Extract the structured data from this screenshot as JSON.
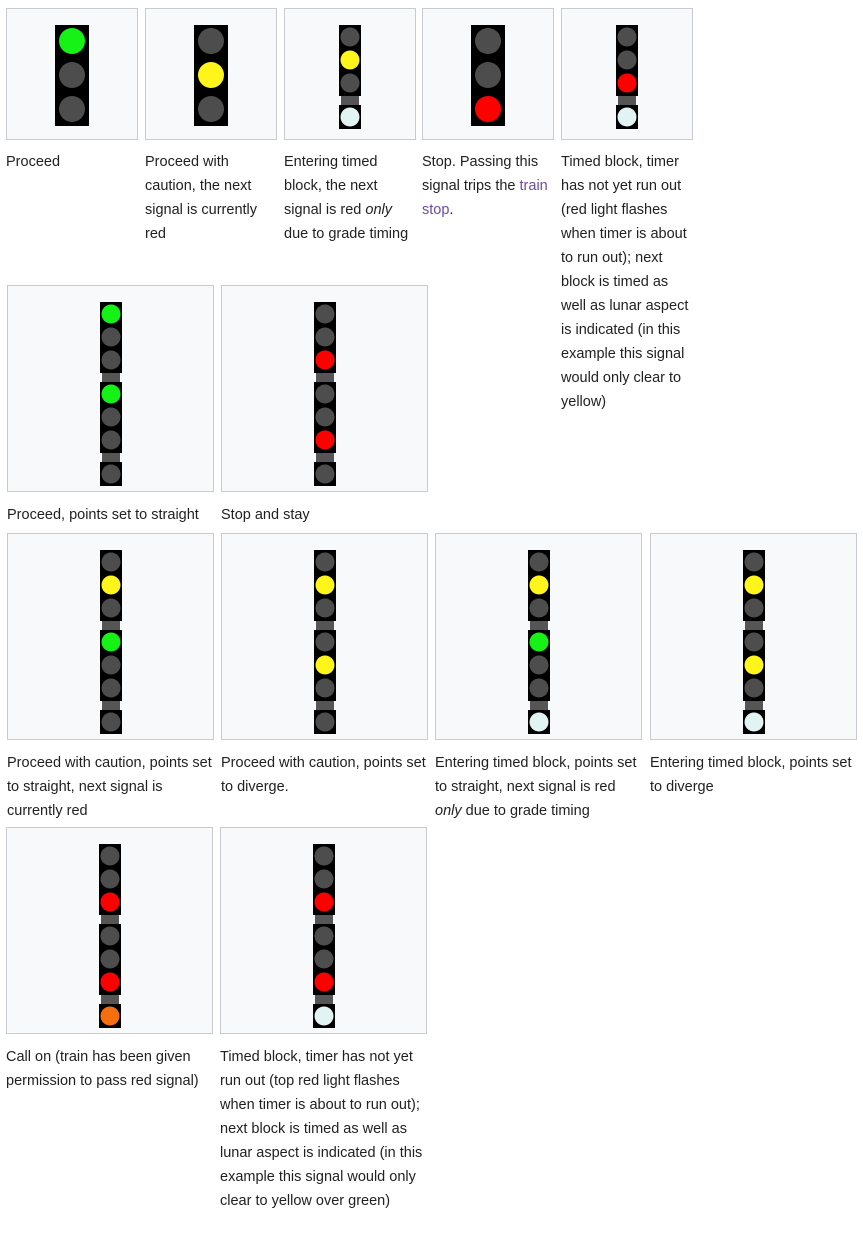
{
  "colors": {
    "off": "#4d4d4d",
    "green": "#16f116",
    "yellow": "#fff51a",
    "red": "#ff0000",
    "lunar": "#e2f3f3",
    "orange": "#f56f0f",
    "housing": "#000000",
    "link": "#6b4ba1"
  },
  "gallery": [
    {
      "id": "proceed",
      "signal": {
        "style": "large",
        "heads": [
          [
            "green",
            "off",
            "off"
          ]
        ],
        "lunar": null
      },
      "caption": [
        {
          "t": "Proceed"
        }
      ]
    },
    {
      "id": "caution-next-red",
      "signal": {
        "style": "large",
        "heads": [
          [
            "off",
            "yellow",
            "off"
          ]
        ],
        "lunar": null
      },
      "caption": [
        {
          "t": "Proceed with caution, the next signal is currently red"
        }
      ]
    },
    {
      "id": "entering-timed-block",
      "signal": {
        "style": "small",
        "heads": [
          [
            "off",
            "yellow",
            "off"
          ]
        ],
        "lunar": "lunar"
      },
      "caption": [
        {
          "t": "Entering timed block, the next signal is red "
        },
        {
          "t": "only",
          "i": true
        },
        {
          "t": " due to grade timing"
        }
      ]
    },
    {
      "id": "stop",
      "signal": {
        "style": "large",
        "heads": [
          [
            "off",
            "off",
            "red"
          ]
        ],
        "lunar": null
      },
      "caption": [
        {
          "t": "Stop. Passing this signal trips the "
        },
        {
          "t": "train stop",
          "link": true
        },
        {
          "t": "."
        }
      ]
    },
    {
      "id": "timed-block-timer",
      "signal": {
        "style": "small",
        "heads": [
          [
            "off",
            "off",
            "red"
          ]
        ],
        "lunar": "lunar"
      },
      "caption": [
        {
          "t": "Timed block, timer has not yet run out (red light flashes when timer is about to run out); next block is timed as well as lunar aspect is indicated (in this example this signal would only clear to yellow)"
        }
      ]
    },
    {
      "id": "proceed-straight",
      "signal": {
        "style": "small",
        "heads": [
          [
            "green",
            "off",
            "off"
          ],
          [
            "green",
            "off",
            "off"
          ]
        ],
        "lunar": "off"
      },
      "caption": [
        {
          "t": "Proceed, points set to straight"
        }
      ]
    },
    {
      "id": "stop-and-stay",
      "signal": {
        "style": "small",
        "heads": [
          [
            "off",
            "off",
            "red"
          ],
          [
            "off",
            "off",
            "red"
          ]
        ],
        "lunar": "off"
      },
      "caption": [
        {
          "t": "Stop and stay"
        }
      ]
    },
    {
      "id": "caution-straight",
      "signal": {
        "style": "small",
        "heads": [
          [
            "off",
            "yellow",
            "off"
          ],
          [
            "green",
            "off",
            "off"
          ]
        ],
        "lunar": "off"
      },
      "caption": [
        {
          "t": "Proceed with caution, points set to straight, next signal is currently red"
        }
      ]
    },
    {
      "id": "caution-diverge",
      "signal": {
        "style": "small",
        "heads": [
          [
            "off",
            "yellow",
            "off"
          ],
          [
            "off",
            "yellow",
            "off"
          ]
        ],
        "lunar": "off"
      },
      "caption": [
        {
          "t": "Proceed with caution, points set to diverge."
        }
      ]
    },
    {
      "id": "timed-straight",
      "signal": {
        "style": "small",
        "heads": [
          [
            "off",
            "yellow",
            "off"
          ],
          [
            "green",
            "off",
            "off"
          ]
        ],
        "lunar": "lunar"
      },
      "caption": [
        {
          "t": "Entering timed block, points set to straight, next signal is red "
        },
        {
          "t": "only",
          "i": true
        },
        {
          "t": " due to grade timing"
        }
      ]
    },
    {
      "id": "timed-diverge",
      "signal": {
        "style": "small",
        "heads": [
          [
            "off",
            "yellow",
            "off"
          ],
          [
            "off",
            "yellow",
            "off"
          ]
        ],
        "lunar": "lunar"
      },
      "caption": [
        {
          "t": "Entering timed block, points set to diverge"
        }
      ]
    },
    {
      "id": "call-on",
      "signal": {
        "style": "small",
        "heads": [
          [
            "off",
            "off",
            "red"
          ],
          [
            "off",
            "off",
            "red"
          ]
        ],
        "lunar": "orange"
      },
      "caption": [
        {
          "t": "Call on (train has been given permission to pass red signal)"
        }
      ]
    },
    {
      "id": "timed-block-two-head",
      "signal": {
        "style": "small",
        "heads": [
          [
            "off",
            "off",
            "red"
          ],
          [
            "off",
            "off",
            "red"
          ]
        ],
        "lunar": "lunar"
      },
      "caption": [
        {
          "t": "Timed block, timer has not yet run out (top red light flashes when timer is about to run out); next block is timed as well as lunar aspect is indicated (in this example this signal would only clear to yellow over green)"
        }
      ]
    }
  ]
}
